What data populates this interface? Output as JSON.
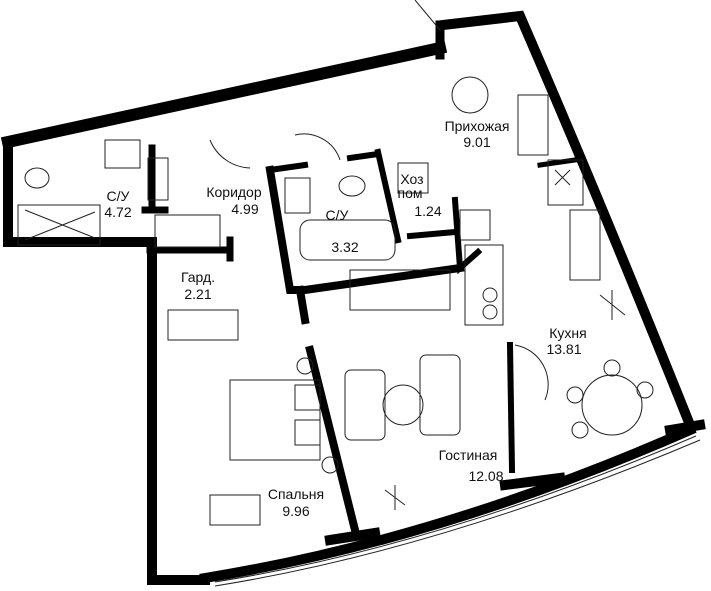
{
  "rooms": [
    {
      "name": "С/У",
      "area": "4.72"
    },
    {
      "name": "Коридор",
      "area": "4.99"
    },
    {
      "name": "С/У",
      "area": "3.32"
    },
    {
      "name": "Прихожая",
      "area": "9.01"
    },
    {
      "name": "Хоз",
      "name2": "пом",
      "area": "1.24"
    },
    {
      "name": "Гард.",
      "area": "2.21"
    },
    {
      "name": "Кухня",
      "area": "13.81"
    },
    {
      "name": "Гостиная",
      "area": "12.08"
    },
    {
      "name": "Спальня",
      "area": "9.96"
    }
  ],
  "colors": {
    "wall": "#000000",
    "background": "#ffffff"
  }
}
